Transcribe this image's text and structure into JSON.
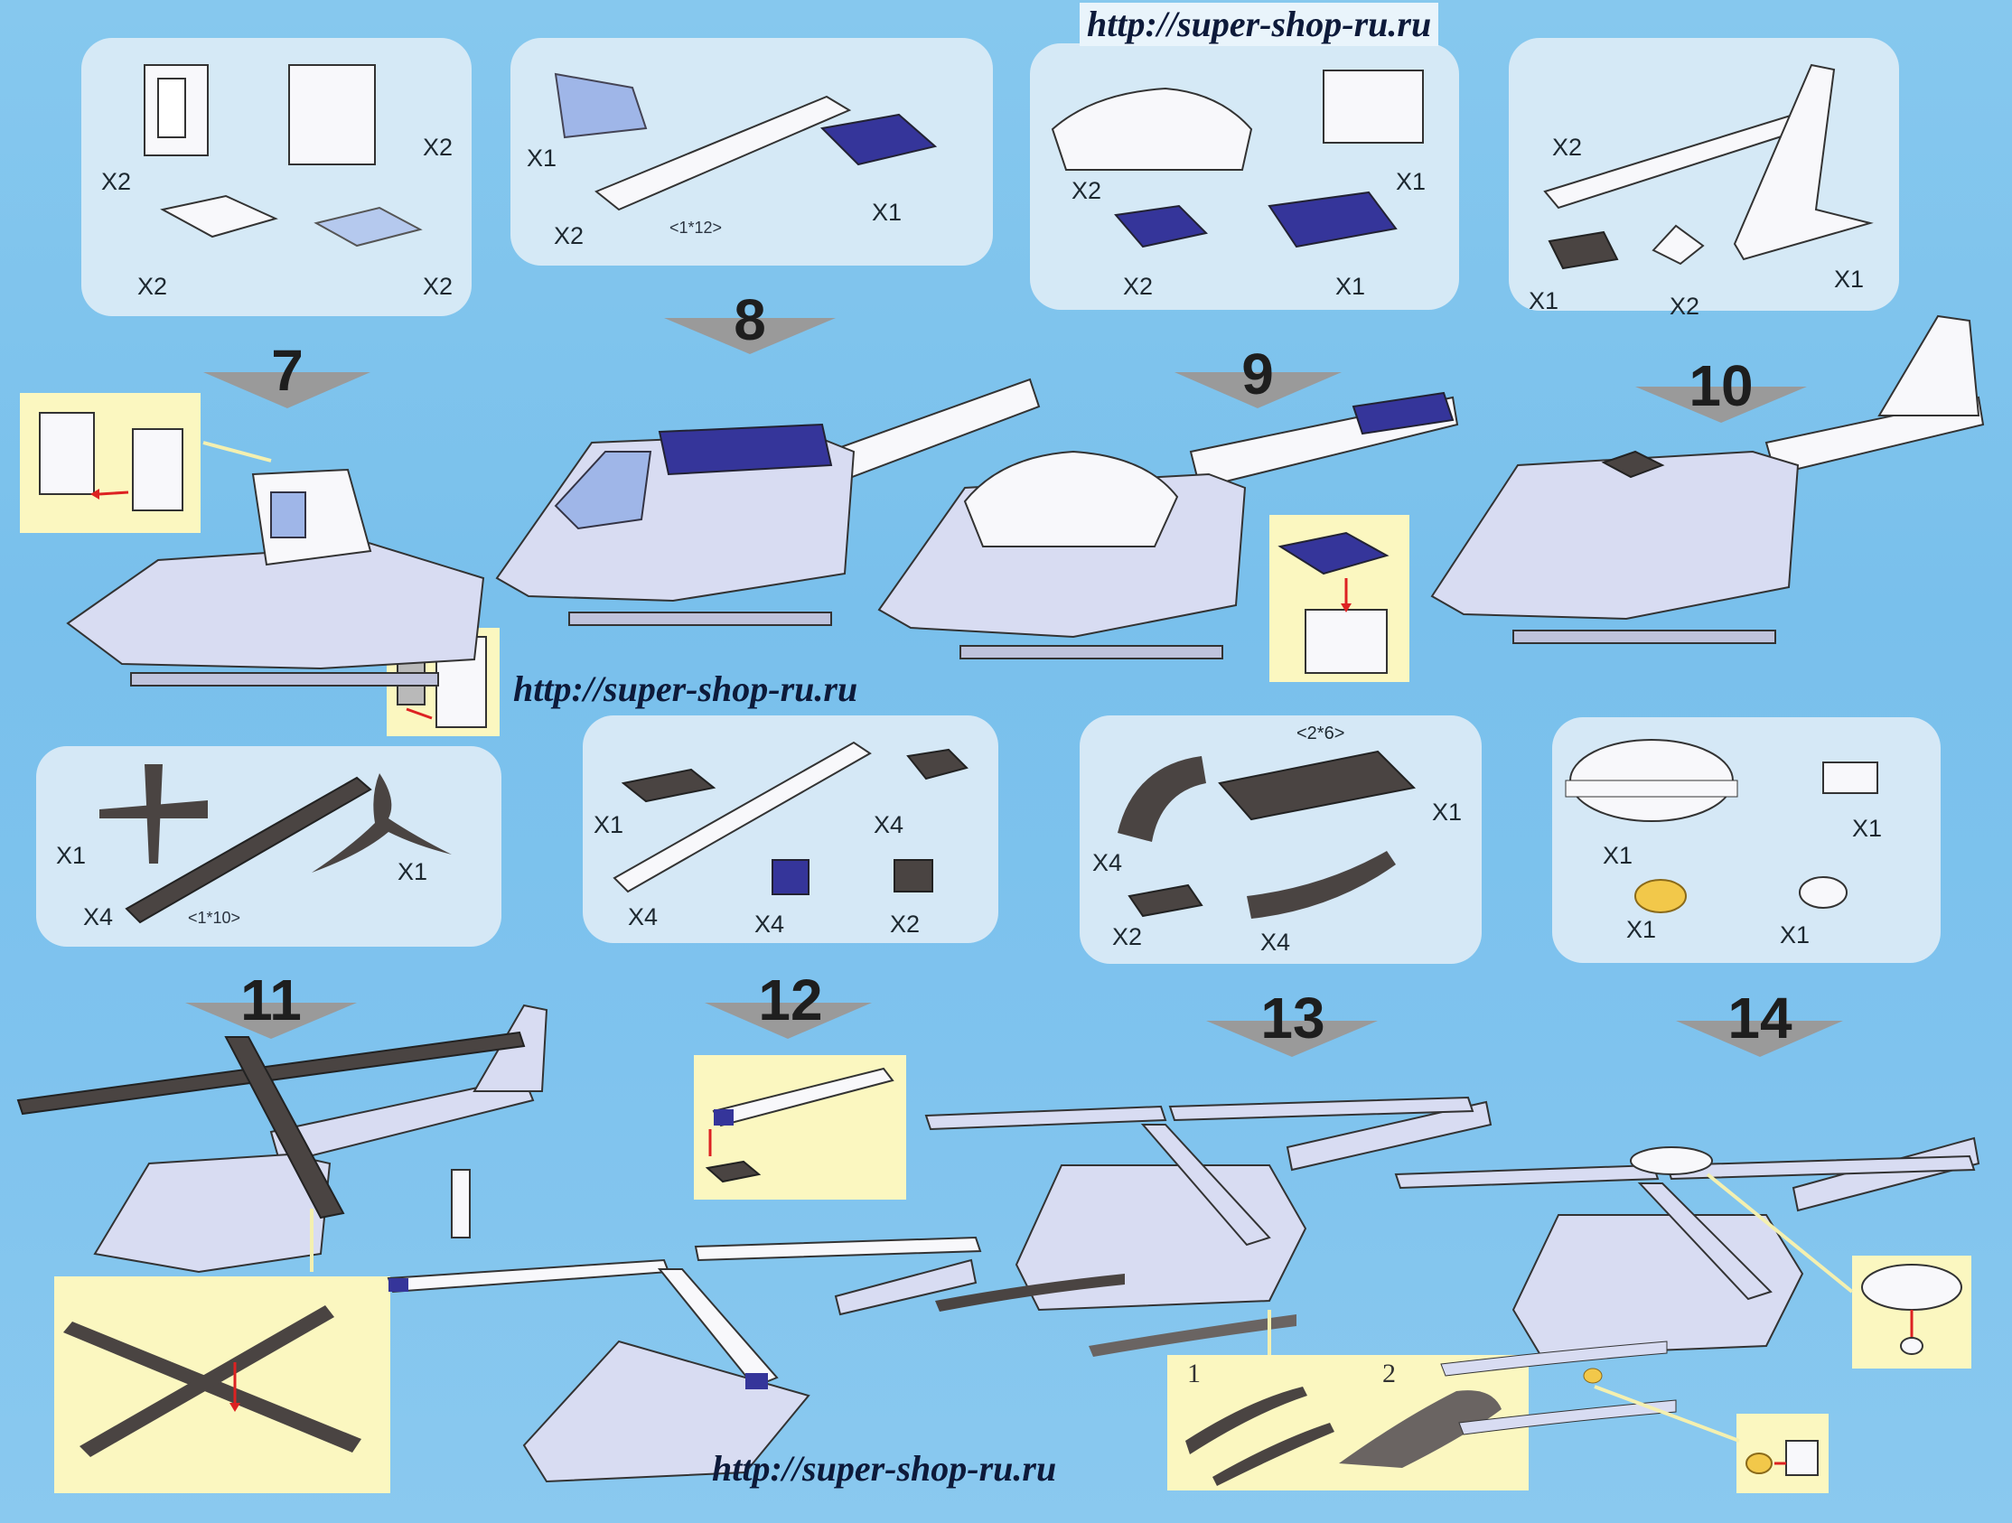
{
  "watermark": {
    "top": "http://super-shop-ru.ru",
    "middle": "http://super-shop-ru.ru",
    "bottom": "http://super-shop-ru.ru"
  },
  "steps": [
    {
      "number": "7"
    },
    {
      "number": "8"
    },
    {
      "number": "9"
    },
    {
      "number": "10"
    },
    {
      "number": "11"
    },
    {
      "number": "12"
    },
    {
      "number": "13"
    },
    {
      "number": "14"
    }
  ],
  "parts": {
    "p7": {
      "a": "X2",
      "b": "X2",
      "c": "X2",
      "d": "X2"
    },
    "p8": {
      "a": "X1",
      "b": "X2",
      "c": "X1",
      "dim": "<1*12>"
    },
    "p9": {
      "a": "X2",
      "b": "X1",
      "c": "X2",
      "d": "X1"
    },
    "p10": {
      "a": "X2",
      "b": "X1",
      "c": "X2",
      "d": "X1"
    },
    "p11": {
      "a": "X1",
      "b": "X4",
      "c": "X1",
      "dim": "<1*10>"
    },
    "p12": {
      "a": "X1",
      "b": "X4",
      "c": "X4",
      "d": "X4",
      "e": "X2"
    },
    "p13": {
      "a": "<2*6>",
      "b": "X1",
      "c": "X4",
      "d": "X2",
      "e": "X4"
    },
    "p14": {
      "a": "X1",
      "b": "X1",
      "c": "X1",
      "d": "X1"
    }
  },
  "substep_labels": {
    "one": "1",
    "two": "2"
  },
  "colors": {
    "background": "#7fc3ee",
    "panel": "#dcecf6",
    "inset": "#fbf7c0",
    "blue_brick": "#35359a",
    "dark_brick": "#4a4442",
    "white_brick": "#f6f7fb",
    "trans_blue": "#9fb6e8",
    "yellow": "#f2c84a",
    "arrow": "#9a9a9a"
  }
}
